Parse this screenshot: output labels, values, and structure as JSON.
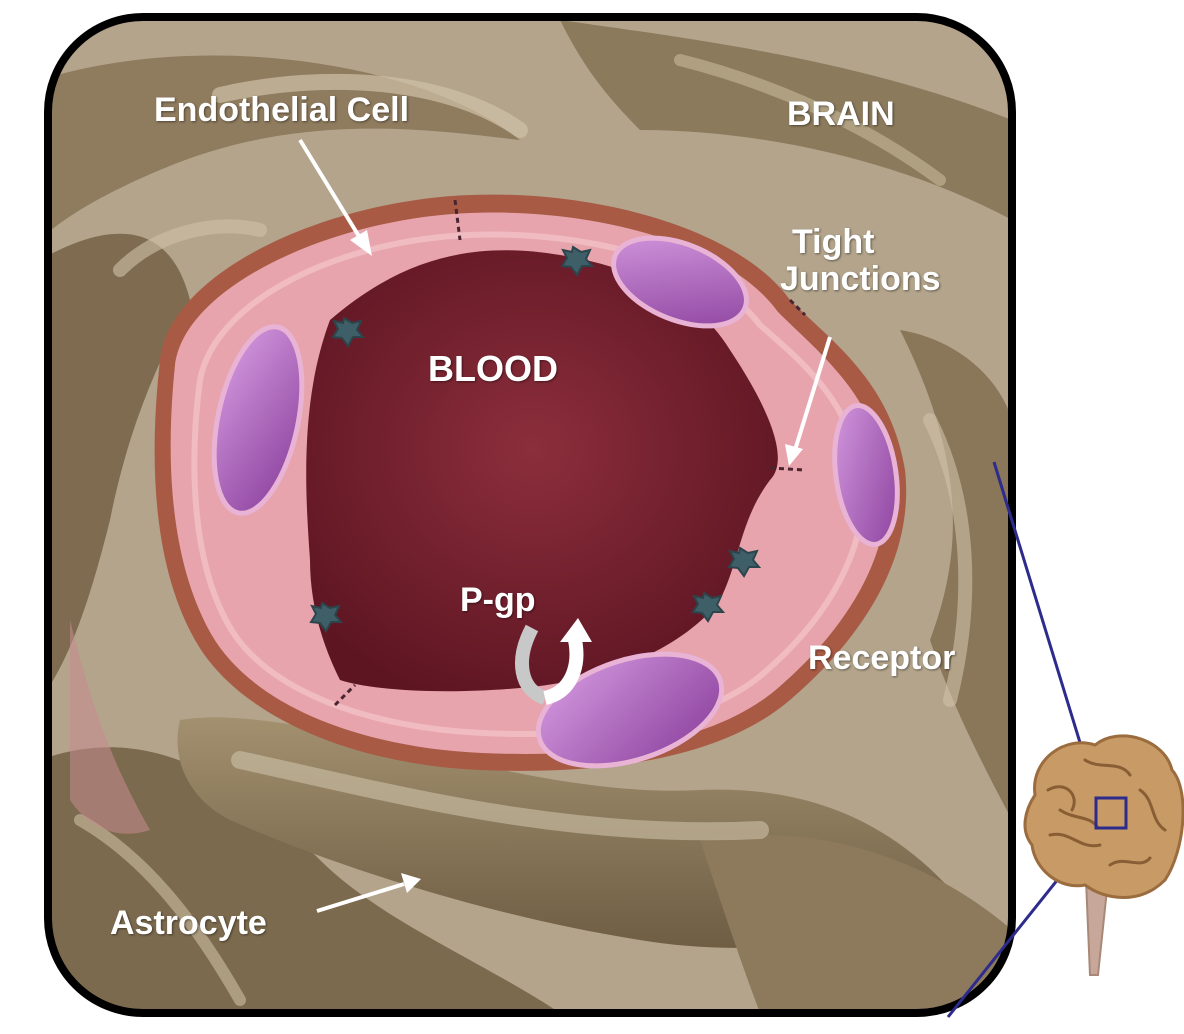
{
  "labels": {
    "endothelial_cell": "Endothelial Cell",
    "brain": "BRAIN",
    "tight_junctions_line1": "Tight",
    "tight_junctions_line2": "Junctions",
    "blood": "BLOOD",
    "pgp": "P-gp",
    "receptor": "Receptor",
    "astrocyte": "Astrocyte"
  },
  "colors": {
    "frame_border": "#000000",
    "brain_tissue": "#b3a48b",
    "astrocyte": "#8f7b5e",
    "astrocyte_light": "#c7b99e",
    "endothelium": "#e7a4ac",
    "basement_membrane": "#a85a44",
    "blood": "#7a2130",
    "nucleus": "#a95db8",
    "pgp_transporter": "#3f5f68",
    "inset_outline": "#2d2b8c",
    "label_text": "#ffffff"
  },
  "icons": {
    "brain_thumbnail": "brain-icon",
    "efflux_arrow": "curved-arrow-icon"
  }
}
